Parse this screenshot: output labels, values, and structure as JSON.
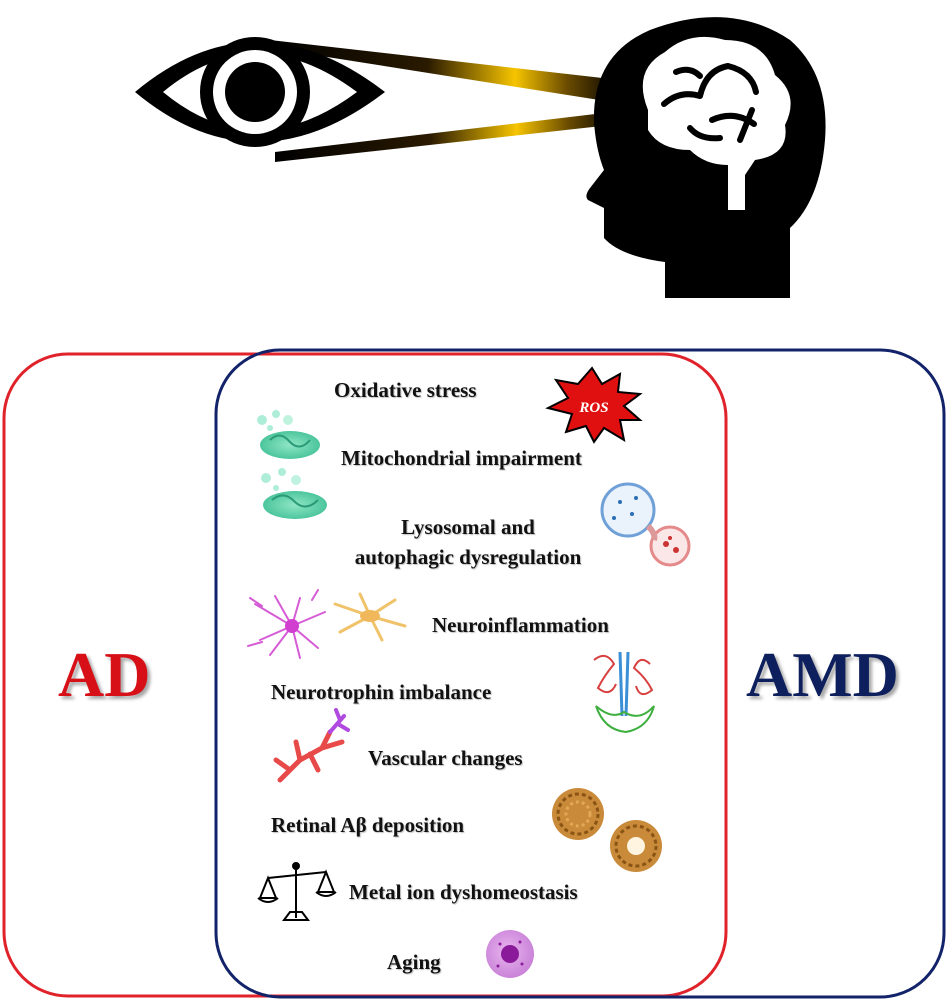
{
  "left_set": {
    "label": "AD",
    "color": "#d61016"
  },
  "right_set": {
    "label": "AMD",
    "color": "#0d1f5c"
  },
  "shared_factors": {
    "oxidative_stress": "Oxidative stress",
    "ros_badge": "ROS",
    "mitochondrial": "Mitochondrial impairment",
    "lysosomal_line1": "Lysosomal and",
    "lysosomal_line2": "autophagic dysregulation",
    "neuroinflammation": "Neuroinflammation",
    "neurotrophin": "Neurotrophin imbalance",
    "vascular": "Vascular changes",
    "retinal_abeta": "Retinal Aβ deposition",
    "metal_ion": "Metal ion dyshomeostasis",
    "aging": "Aging"
  },
  "icons": {
    "eye": "eye-icon",
    "head": "head-with-brain-icon",
    "connector": "eye-brain-connection-beam",
    "ros": "ros-burst-icon",
    "mitochondria": "mitochondria-icon",
    "lysosome": "lysosome-icon",
    "glia": "glial-cell-icon",
    "neurotrophin": "protein-structure-icon",
    "vessel": "blood-vessel-icon",
    "amyloid": "amyloid-plaque-icon",
    "balance": "balance-scale-icon",
    "cell": "aging-cell-icon"
  }
}
